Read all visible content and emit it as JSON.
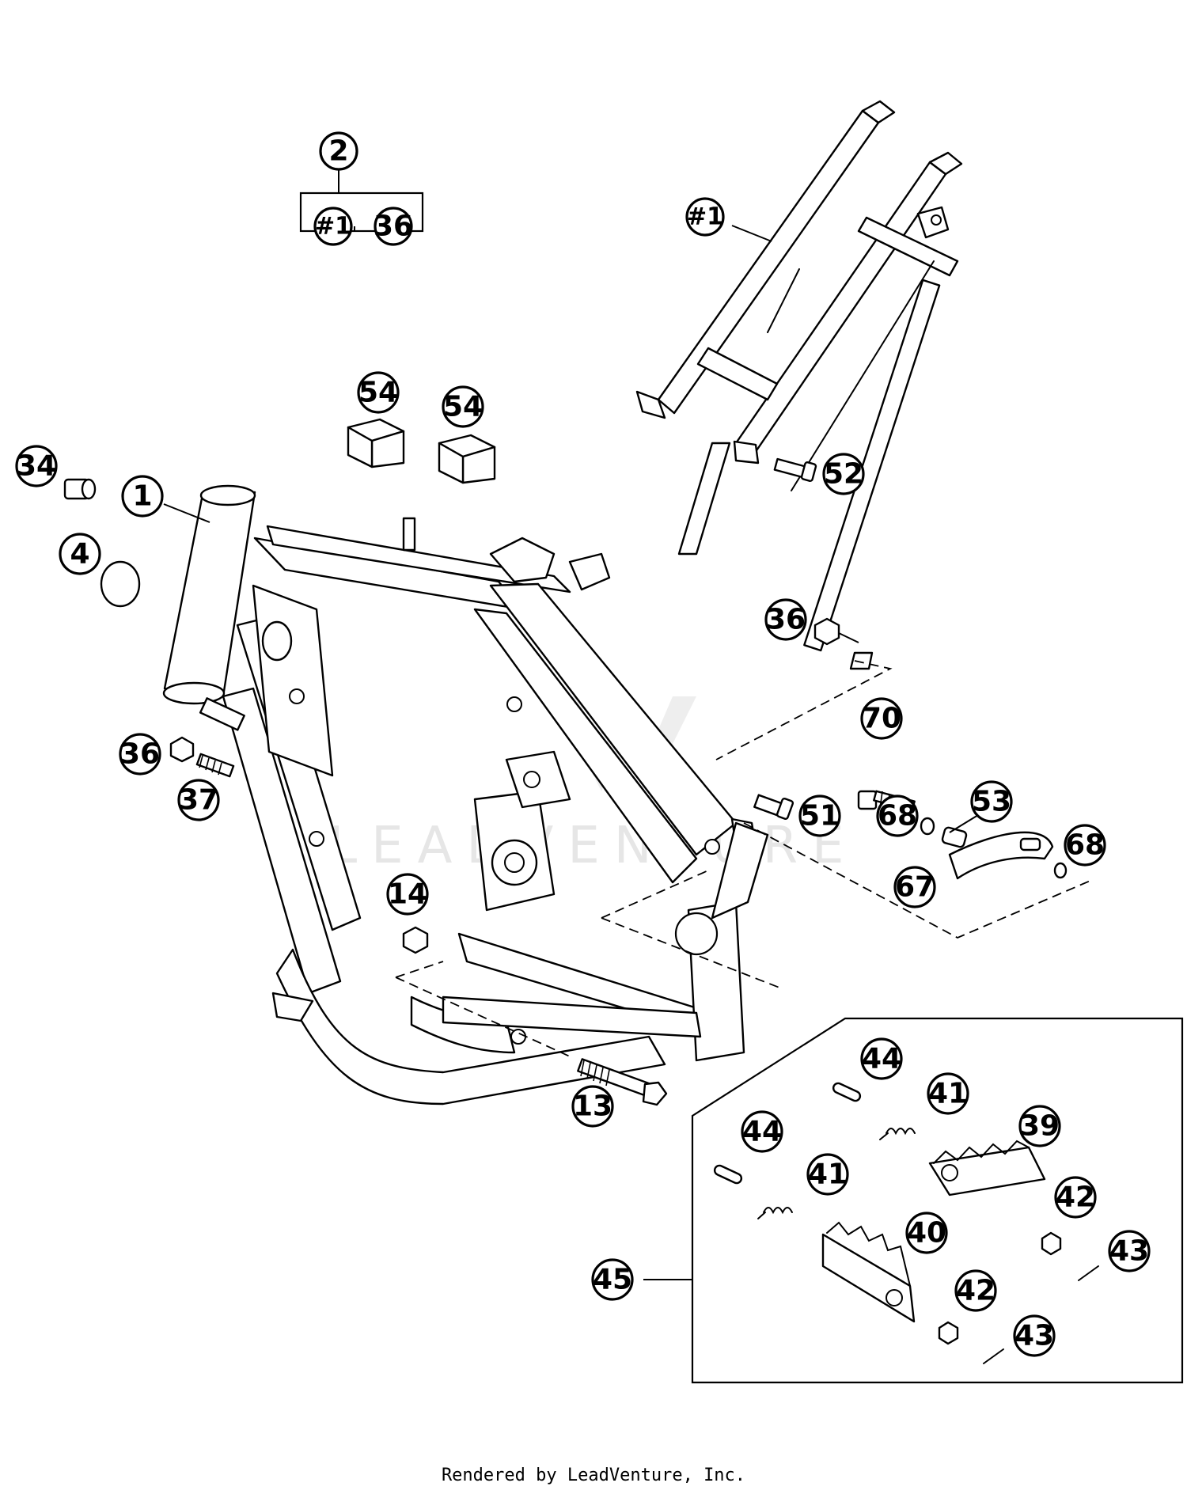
{
  "watermark": "LEADVENTURE",
  "footer": "Rendered by LeadVenture, Inc.",
  "callouts": [
    {
      "id": "2",
      "label": "2"
    },
    {
      "id": "1a",
      "label": "#1"
    },
    {
      "id": "36a",
      "label": "36"
    },
    {
      "id": "1b",
      "label": "#1"
    },
    {
      "id": "54a",
      "label": "54"
    },
    {
      "id": "54b",
      "label": "54"
    },
    {
      "id": "34",
      "label": "34"
    },
    {
      "id": "1",
      "label": "1"
    },
    {
      "id": "4",
      "label": "4"
    },
    {
      "id": "52",
      "label": "52"
    },
    {
      "id": "36b",
      "label": "36"
    },
    {
      "id": "36c",
      "label": "36"
    },
    {
      "id": "37",
      "label": "37"
    },
    {
      "id": "70",
      "label": "70"
    },
    {
      "id": "53",
      "label": "53"
    },
    {
      "id": "51",
      "label": "51"
    },
    {
      "id": "68a",
      "label": "68"
    },
    {
      "id": "68b",
      "label": "68"
    },
    {
      "id": "67",
      "label": "67"
    },
    {
      "id": "14",
      "label": "14"
    },
    {
      "id": "13",
      "label": "13"
    },
    {
      "id": "44a",
      "label": "44"
    },
    {
      "id": "41a",
      "label": "41"
    },
    {
      "id": "39",
      "label": "39"
    },
    {
      "id": "44b",
      "label": "44"
    },
    {
      "id": "41b",
      "label": "41"
    },
    {
      "id": "42a",
      "label": "42"
    },
    {
      "id": "40",
      "label": "40"
    },
    {
      "id": "43a",
      "label": "43"
    },
    {
      "id": "45",
      "label": "45"
    },
    {
      "id": "42b",
      "label": "42"
    },
    {
      "id": "43b",
      "label": "43"
    }
  ]
}
